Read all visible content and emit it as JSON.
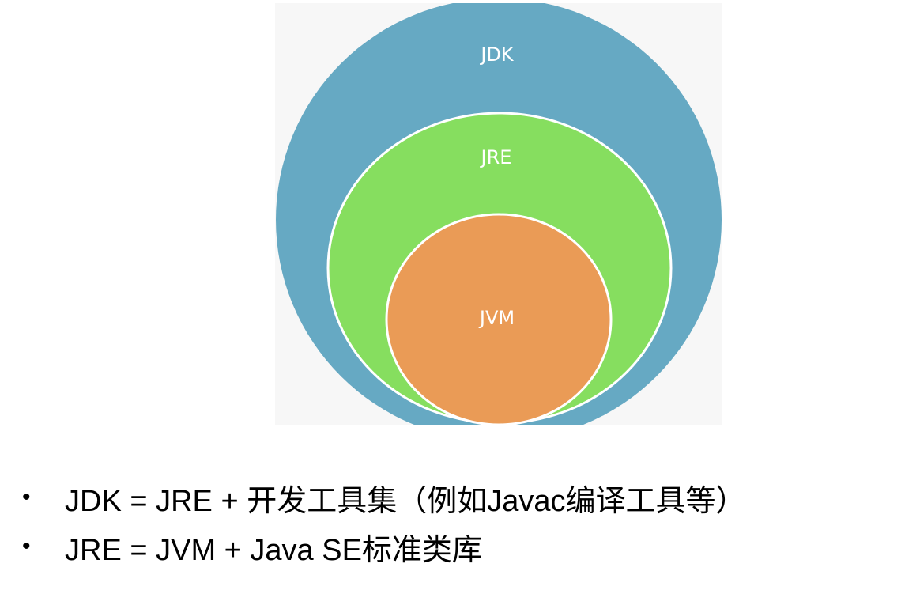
{
  "diagram": {
    "outer_label": "JDK",
    "middle_label": "JRE",
    "inner_label": "JVM",
    "colors": {
      "outer": "#66a9c3",
      "middle": "#86de5f",
      "inner": "#ea9b56",
      "border": "#ffffff",
      "background": "#f7f7f7"
    }
  },
  "bullets": [
    {
      "marker": "•",
      "text": "JDK = JRE + 开发工具集（例如Javac编译工具等）"
    },
    {
      "marker": "•",
      "text": "JRE = JVM + Java SE标准类库"
    }
  ]
}
